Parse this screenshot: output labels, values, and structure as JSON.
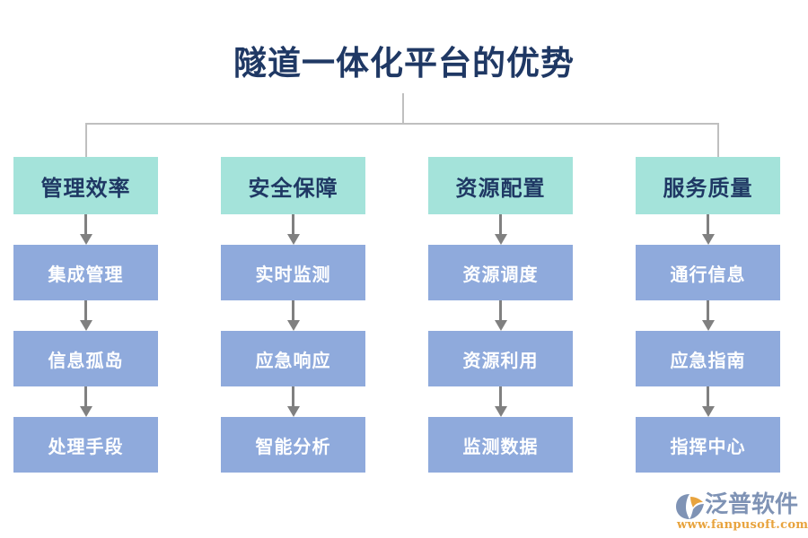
{
  "title": "隧道一体化平台的优势",
  "colors": {
    "title_text": "#1f3864",
    "header_box": "#a4e3da",
    "header_text": "#1f3864",
    "node_box": "#8faadc",
    "node_text": "#ffffff",
    "connector": "#bfbfbf",
    "arrow": "#808080",
    "background": "#ffffff",
    "logo_word": "#7f93b5",
    "logo_url": "#e8a33d"
  },
  "columns": [
    {
      "header": "管理效率",
      "nodes": [
        "集成管理",
        "信息孤岛",
        "处理手段"
      ]
    },
    {
      "header": "安全保障",
      "nodes": [
        "实时监测",
        "应急响应",
        "智能分析"
      ]
    },
    {
      "header": "资源配置",
      "nodes": [
        "资源调度",
        "资源利用",
        "监测数据"
      ]
    },
    {
      "header": "服务质量",
      "nodes": [
        "通行信息",
        "应急指南",
        "指挥中心"
      ]
    }
  ],
  "logo": {
    "wordmark": "泛普软件",
    "url": "www.fanpusoft.com",
    "mark_icon": "fanpu-swoosh-icon"
  }
}
